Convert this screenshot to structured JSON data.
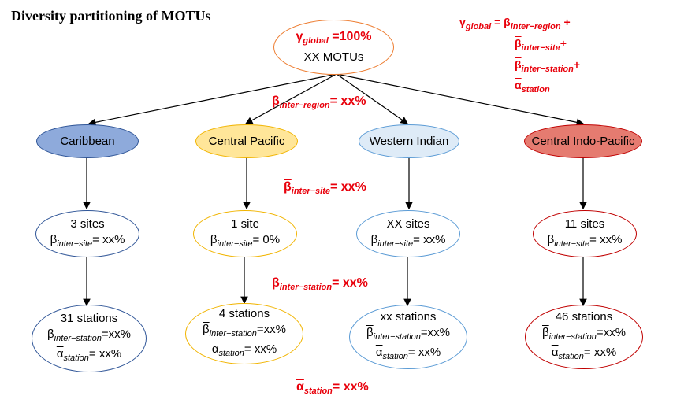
{
  "title": "Diversity partitioning of MOTUs",
  "root": {
    "gamma_label": "γ",
    "gamma_sub": "global",
    "gamma_value": " =100%",
    "motus": "XX MOTUs"
  },
  "equation": {
    "gamma": "γ",
    "gamma_sub": "global",
    "eq": " = ",
    "beta": "β",
    "line1_sub": "inter−region",
    "line2_sub": "inter−site",
    "line3_sub": "inter−station",
    "alpha": "α",
    "line4_sub": "station",
    "plus": " +",
    "plus_tight": "+"
  },
  "partition_labels": {
    "beta": "β",
    "alpha": "α",
    "inter_region_sub": "inter−region",
    "inter_region_val": "= xx%",
    "inter_site_sub": "inter−site",
    "inter_site_val": "= xx%",
    "inter_station_sub": "inter−station",
    "inter_station_val": "= xx%",
    "station_sub": "station",
    "station_val": "= xx%"
  },
  "regions": [
    {
      "name": "Caribbean",
      "fill": "#8eaadb",
      "stroke": "#2f5597",
      "sites": "3 sites",
      "site_beta_value": "= xx%",
      "stations": "31 stations",
      "station_beta_value": "=xx%",
      "alpha_value": "= xx%",
      "color": "#2f5597"
    },
    {
      "name": "Central Pacific",
      "fill": "#ffe699",
      "stroke": "#f1b400",
      "sites": "1 site",
      "site_beta_value": "= 0%",
      "stations": "4 stations",
      "station_beta_value": "=xx%",
      "alpha_value": "= xx%",
      "color": "#f1b400"
    },
    {
      "name": "Western Indian",
      "fill": "#deebf7",
      "stroke": "#5b9bd5",
      "sites": "XX sites",
      "site_beta_value": "= xx%",
      "stations": "xx stations",
      "station_beta_value": "=xx%",
      "alpha_value": "= xx%",
      "color": "#5b9bd5"
    },
    {
      "name": "Central Indo-Pacific",
      "fill": "#e57b70",
      "stroke": "#c00000",
      "sites": "11 sites",
      "site_beta_value": "= xx%",
      "stations": "46 stations",
      "station_beta_value": "=xx%",
      "alpha_value": "= xx%",
      "color": "#c00000"
    }
  ],
  "common": {
    "beta": "β",
    "alpha": "α",
    "site_sub": "inter−site",
    "station_sub": "inter−station",
    "alpha_sub": "station"
  },
  "colors": {
    "red_text": "#e8000b",
    "root_stroke": "#ed7d31",
    "line": "#000000"
  }
}
